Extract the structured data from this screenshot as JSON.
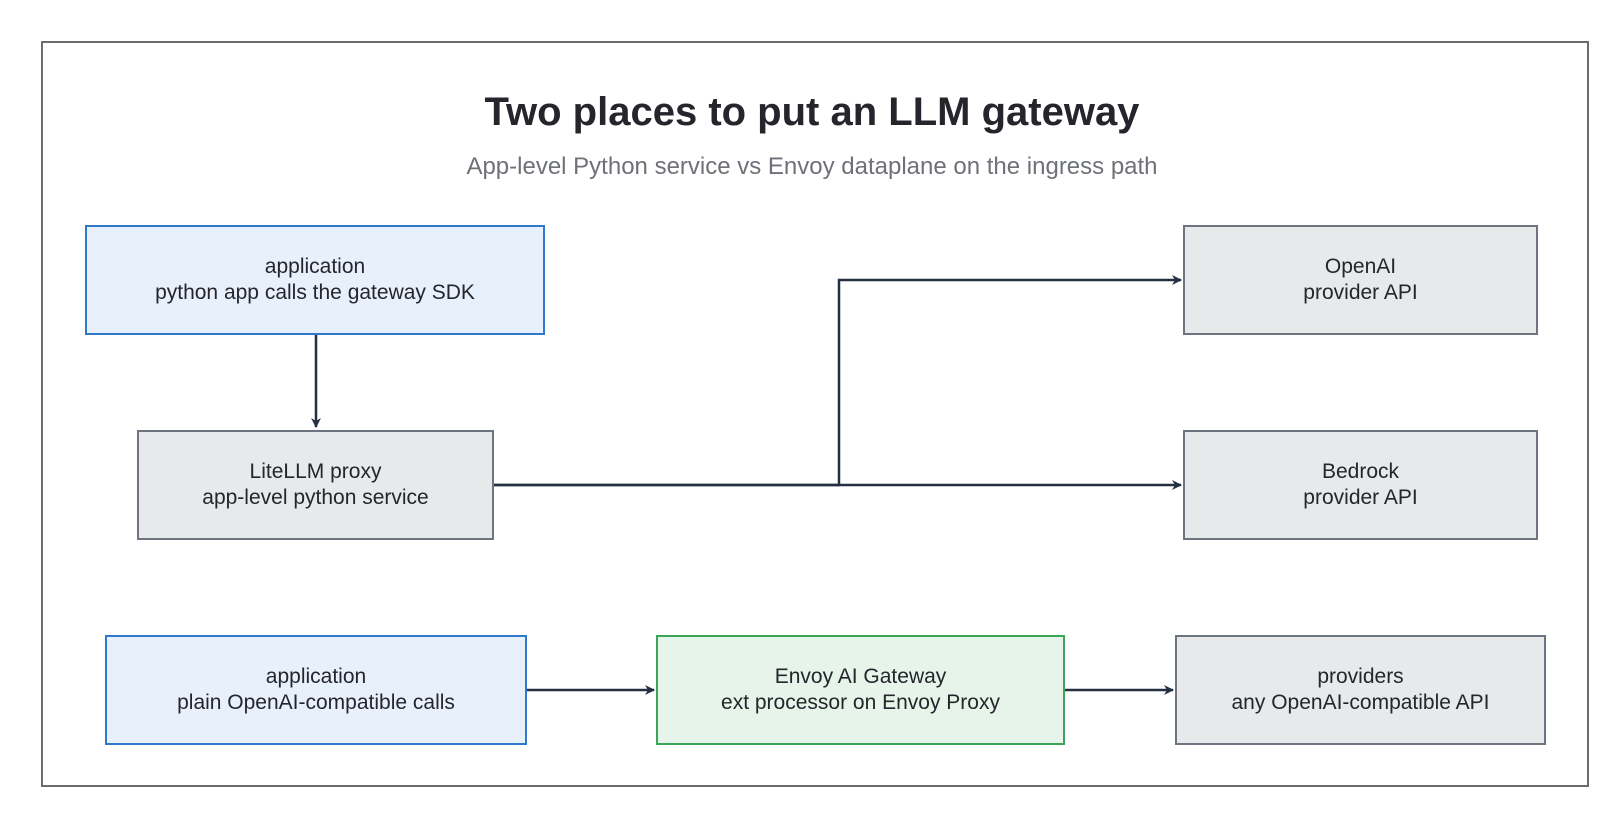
{
  "title": "Two places to put an LLM gateway",
  "subtitle": "App-level Python service vs Envoy dataplane on the ingress path",
  "nodes": {
    "app_top": {
      "line1": "application",
      "line2": "python app calls the gateway SDK"
    },
    "litellm": {
      "line1": "LiteLLM proxy",
      "line2": "app-level python service"
    },
    "openai": {
      "line1": "OpenAI",
      "line2": "provider API"
    },
    "bedrock": {
      "line1": "Bedrock",
      "line2": "provider API"
    },
    "app_bottom": {
      "line1": "application",
      "line2": "plain OpenAI-compatible calls"
    },
    "envoy": {
      "line1": "Envoy AI Gateway",
      "line2": "ext processor on Envoy Proxy"
    },
    "providers": {
      "line1": "providers",
      "line2": "any OpenAI-compatible API"
    }
  },
  "edges": [
    {
      "from": "application",
      "to": "LiteLLM proxy"
    },
    {
      "from": "LiteLLM proxy",
      "to": "OpenAI"
    },
    {
      "from": "LiteLLM proxy",
      "to": "Bedrock"
    },
    {
      "from": "application",
      "to": "Envoy AI Gateway"
    },
    {
      "from": "Envoy AI Gateway",
      "to": "providers"
    }
  ],
  "colors": {
    "app_fill": "#e8f0fc",
    "app_border": "#2f78cc",
    "service_fill": "#e8e9eb",
    "service_border": "#6e7580",
    "gateway_fill": "#e6f4ea",
    "gateway_border": "#3ba55a",
    "edge": "#243042"
  }
}
